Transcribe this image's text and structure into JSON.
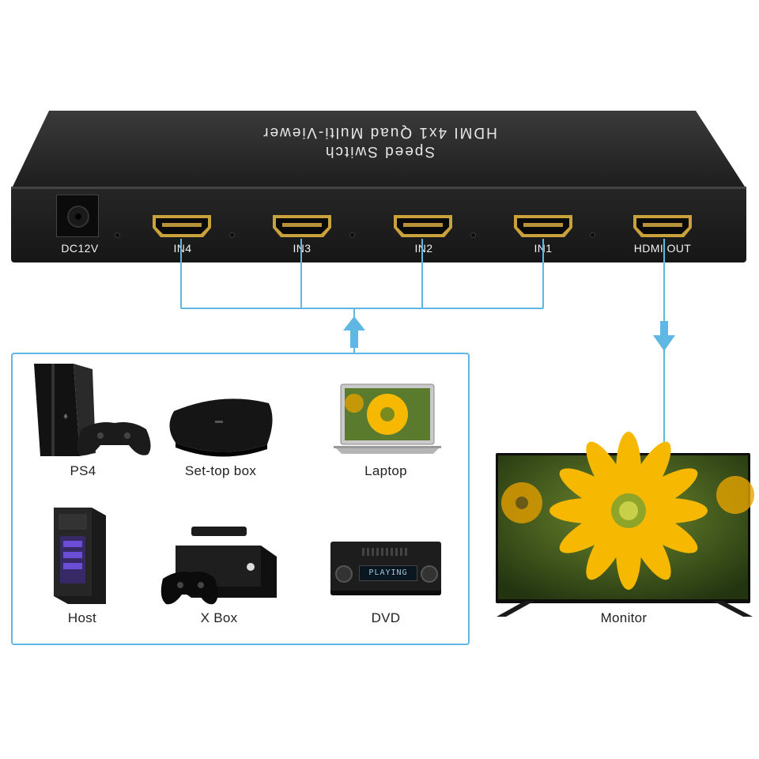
{
  "device": {
    "title_line1": "HDMI 4x1 Quad Multi-Viewer",
    "title_line2": "Speed Switch",
    "power_label": "DC12V",
    "ports": [
      {
        "id": "in4",
        "label": "IN4"
      },
      {
        "id": "in3",
        "label": "IN3"
      },
      {
        "id": "in2",
        "label": "IN2"
      },
      {
        "id": "in1",
        "label": "IN1"
      },
      {
        "id": "out",
        "label": "HDMI OUT"
      }
    ]
  },
  "sources": [
    {
      "id": "ps4",
      "label": "PS4",
      "icon": "ps4-console-icon"
    },
    {
      "id": "settop",
      "label": "Set-top box",
      "icon": "set-top-box-icon"
    },
    {
      "id": "laptop",
      "label": "Laptop",
      "icon": "laptop-icon"
    },
    {
      "id": "host",
      "label": "Host",
      "icon": "pc-tower-icon"
    },
    {
      "id": "xbox",
      "label": "X Box",
      "icon": "xbox-console-icon"
    },
    {
      "id": "dvd",
      "label": "DVD",
      "icon": "dvd-player-icon"
    }
  ],
  "dvd_display": "PLAYING",
  "output": {
    "label": "Monitor",
    "icon": "monitor-icon"
  },
  "colors": {
    "connector_line": "#5fb8e3",
    "device_body": "#2b2b2b",
    "hdmi_gold": "#c9a23c",
    "flower_petal": "#f6b800",
    "background": "#ffffff"
  }
}
